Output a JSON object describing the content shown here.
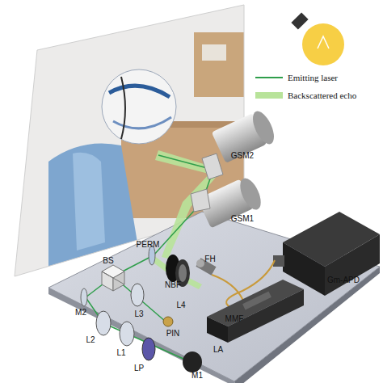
{
  "diagram": {
    "labels": [
      "GSM2",
      "GSM1",
      "PERM",
      "NBF",
      "L4",
      "FH",
      "MMF",
      "Gm-APD",
      "BS",
      "M2",
      "L3",
      "L2",
      "L1",
      "PIN",
      "LP",
      "LA",
      "M1"
    ],
    "legend": [
      {
        "text": "Emitting laser"
      },
      {
        "text": "Backscattered echo"
      }
    ]
  }
}
